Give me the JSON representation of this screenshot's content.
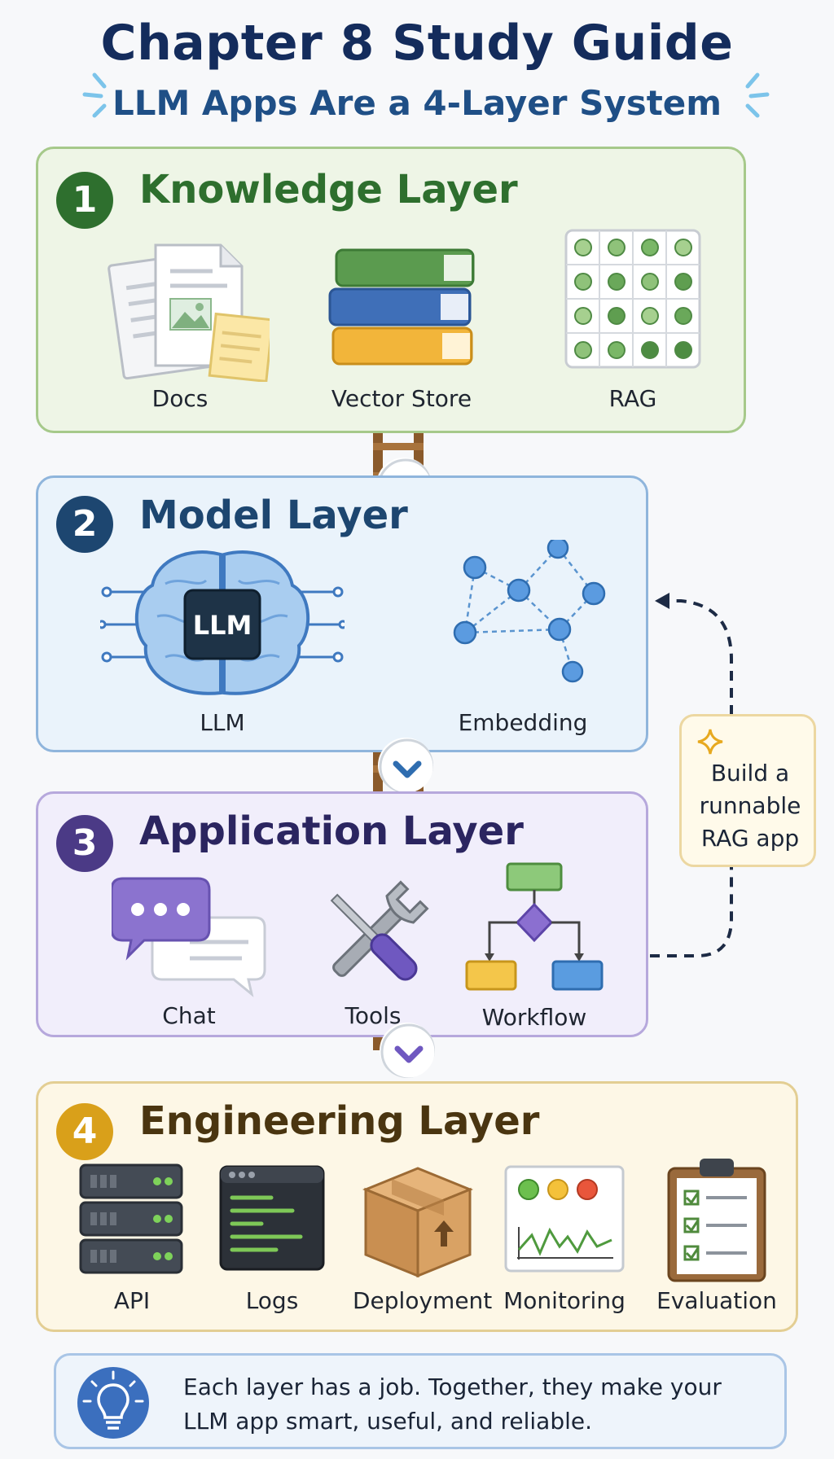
{
  "header": {
    "title": "Chapter 8 Study Guide",
    "subtitle": "LLM Apps Are a 4-Layer System"
  },
  "layers": [
    {
      "number": "1",
      "name": "Knowledge Layer",
      "items": [
        "Docs",
        "Vector Store",
        "RAG"
      ],
      "accent": "#2e6f2e",
      "fill": "#eef5e6",
      "border": "#a6c98a"
    },
    {
      "number": "2",
      "name": "Model Layer",
      "items": [
        "LLM",
        "Embedding"
      ],
      "chip_text": "LLM",
      "accent": "#1d4670",
      "fill": "#eaf3fb",
      "border": "#8fb5dc"
    },
    {
      "number": "3",
      "name": "Application Layer",
      "items": [
        "Chat",
        "Tools",
        "Workflow"
      ],
      "accent": "#4b3a86",
      "fill": "#f1eefb",
      "border": "#b6a8dc"
    },
    {
      "number": "4",
      "name": "Engineering Layer",
      "items": [
        "API",
        "Logs",
        "Deployment",
        "Monitoring",
        "Evaluation"
      ],
      "accent": "#d9a01a",
      "fill": "#fdf7e6",
      "border": "#e3ce93"
    }
  ],
  "side_note": {
    "line1": "Build a",
    "line2": "runnable",
    "line3": "RAG app"
  },
  "footer": {
    "line1": "Each layer has a job. Together, they make your",
    "line2": "LLM app smart, useful, and reliable."
  }
}
